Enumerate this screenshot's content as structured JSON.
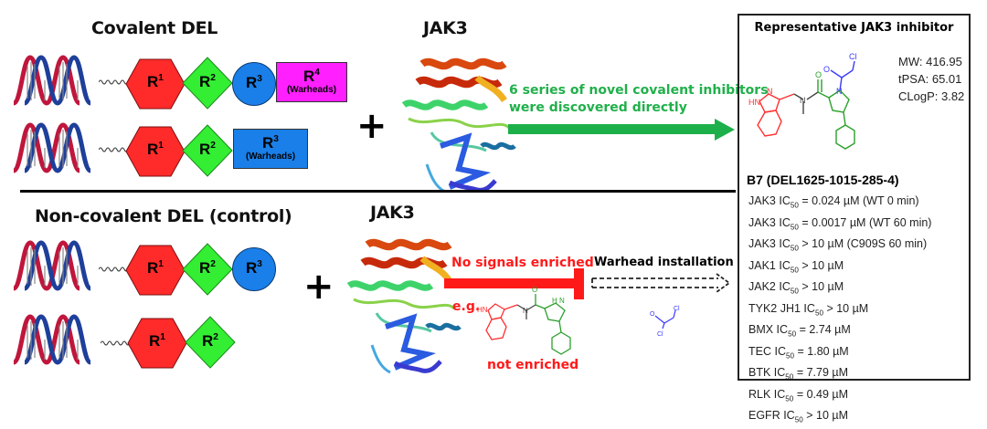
{
  "top_panel": {
    "title": "Covalent DEL",
    "protein_label": "JAK3",
    "plus": "+",
    "row1": {
      "blocks": [
        {
          "label": "R",
          "sup": "1",
          "shape": "hexagon",
          "color": "#ff2a2a"
        },
        {
          "label": "R",
          "sup": "2",
          "shape": "diamond",
          "color": "#33ee33"
        },
        {
          "label": "R",
          "sup": "3",
          "shape": "circle",
          "color": "#1a7fe8"
        },
        {
          "label": "R",
          "sup": "4",
          "sub": "(Warheads)",
          "shape": "rect",
          "color": "#ff1fff"
        }
      ]
    },
    "row2": {
      "blocks": [
        {
          "label": "R",
          "sup": "1",
          "shape": "hexagon",
          "color": "#ff2a2a"
        },
        {
          "label": "R",
          "sup": "2",
          "shape": "diamond",
          "color": "#33ee33"
        },
        {
          "label": "R",
          "sup": "3",
          "sub": "(Warheads)",
          "shape": "rect",
          "color": "#1a7fe8"
        }
      ]
    },
    "arrow_text_line1": "6 series of novel covalent inhibitors",
    "arrow_text_line2": "were discovered directly",
    "arrow_color": "#1db04a"
  },
  "bottom_panel": {
    "title": "Non-covalent DEL (control)",
    "protein_label": "JAK3",
    "plus": "+",
    "row1": {
      "blocks": [
        {
          "label": "R",
          "sup": "1",
          "shape": "hexagon"
        },
        {
          "label": "R",
          "sup": "2",
          "shape": "diamond"
        },
        {
          "label": "R",
          "sup": "3",
          "shape": "circle"
        }
      ]
    },
    "row2": {
      "blocks": [
        {
          "label": "R",
          "sup": "1",
          "shape": "hexagon"
        },
        {
          "label": "R",
          "sup": "2",
          "shape": "diamond"
        }
      ]
    },
    "blocked_text": "No signals enriched",
    "eg_label": "e.g.",
    "not_enriched": "not enriched",
    "warhead_text": "Warhead installation",
    "blocked_color": "#ff1a1a",
    "molecule_atoms": {
      "hn": "HN",
      "n": "N",
      "o": "O",
      "nh": "H N"
    },
    "reagent_atoms": {
      "o": "O",
      "cl1": "Cl",
      "cl2": "Cl"
    }
  },
  "inhibitor_box": {
    "title": "Representative JAK3 inhibitor",
    "atoms": {
      "hn": "HN",
      "n1": "N",
      "n2": "N",
      "o1": "O",
      "o2": "O",
      "n3": "N",
      "cl": "Cl"
    },
    "properties": [
      "MW: 416.95",
      "tPSA: 65.01",
      "CLogP: 3.82"
    ],
    "compound_id": "B7",
    "compound_code": "(DEL1625-1015-285-4)",
    "ic50": [
      {
        "target": "JAK3 IC",
        "rel": "= 0.024 µM (WT 0 min)"
      },
      {
        "target": "JAK3 IC",
        "rel": "= 0.0017 µM (WT 60 min)"
      },
      {
        "target": "JAK3 IC",
        "rel": "> 10 µM (C909S 60 min)"
      },
      {
        "target": "JAK1 IC",
        "rel": "> 10 µM"
      },
      {
        "target": "JAK2 IC",
        "rel": "> 10 µM"
      },
      {
        "target": "TYK2 JH1 IC",
        "rel": "> 10 µM"
      },
      {
        "target": "BMX IC",
        "rel": "= 2.74 µM"
      },
      {
        "target": "TEC IC",
        "rel": "= 1.80 µM"
      },
      {
        "target": "BTK IC",
        "rel": "= 7.79 µM"
      },
      {
        "target": "RLK IC",
        "rel": "= 0.49 µM"
      },
      {
        "target": "EGFR IC",
        "rel": "> 10 µM"
      }
    ],
    "ic_sub": "50"
  }
}
